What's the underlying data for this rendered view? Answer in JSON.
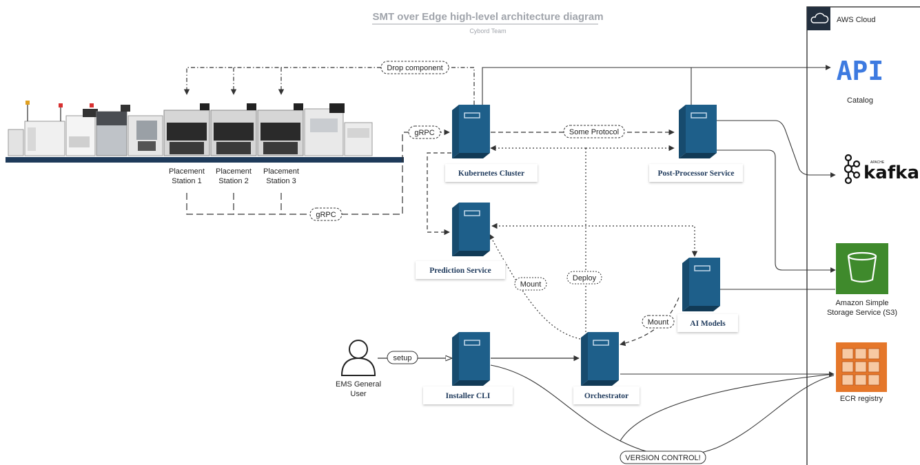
{
  "title": "SMT over Edge high-level architecture diagram",
  "subtitle": "Cybord Team",
  "cloud": {
    "label": "AWS Cloud"
  },
  "stations": [
    "Placement\nStation 1",
    "Placement\nStation 2",
    "Placement\nStation 3"
  ],
  "services": {
    "kubernetes": "Kubernetes Cluster",
    "postprocessor": "Post-Processor Service",
    "prediction": "Prediction Service",
    "aimodels": "AI Models",
    "installer": "Installer CLI",
    "orchestrator": "Orchestrator"
  },
  "edge_labels": {
    "drop": "Drop component",
    "grpc_top": "gRPC",
    "grpc_bottom": "gRPC",
    "some_protocol": "Some Protocol",
    "mount_left": "Mount",
    "deploy": "Deploy",
    "mount_right": "Mount",
    "setup": "setup",
    "version": "VERSION CONTROL!"
  },
  "user": {
    "label_line1": "EMS General",
    "label_line2": "User"
  },
  "aws": {
    "api_logo": "API",
    "api_caption": "Catalog",
    "kafka_logo": "kafka",
    "kafka_tag": "APACHE",
    "s3_line1": "Amazon Simple",
    "s3_line2": "Storage Service (S3)",
    "ecr": "ECR registry"
  },
  "colors": {
    "server": "#1e5f8a",
    "s3": "#3f8a2c",
    "ecr": "#e5772a",
    "api": "#3d7ae0"
  }
}
